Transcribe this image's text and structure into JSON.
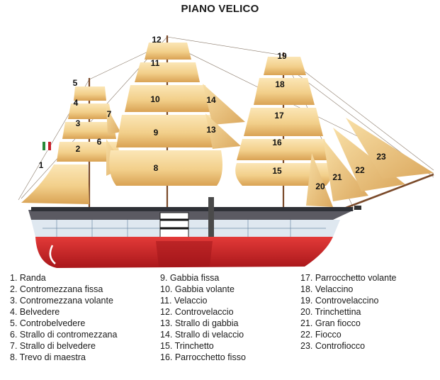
{
  "title": "PIANO VELICO",
  "sail_numbers": [
    "1",
    "2",
    "3",
    "4",
    "5",
    "6",
    "7",
    "8",
    "9",
    "10",
    "11",
    "12",
    "13",
    "14",
    "15",
    "16",
    "17",
    "18",
    "19",
    "20",
    "21",
    "22",
    "23"
  ],
  "legend": {
    "col1": [
      "1. Randa",
      "2. Contromezzana fissa",
      "3. Contromezzana volante",
      "4. Belvedere",
      "5. Controbelvedere",
      "6. Strallo di contromezzana",
      "7. Strallo di belvedere",
      "8. Trevo di maestra"
    ],
    "col2": [
      "9. Gabbia fissa",
      "10. Gabbia volante",
      "11. Velaccio",
      "12. Controvelaccio",
      "13. Strallo di gabbia",
      "14. Strallo di velaccio",
      "15. Trinchetto",
      "16. Parrocchetto fisso"
    ],
    "col3": [
      "17. Parrocchetto volante",
      "18. Velaccino",
      "19. Controvelaccino",
      "20. Trinchettina",
      "21. Gran fiocco",
      "22. Fiocco",
      "23. Controfiocco"
    ]
  },
  "colors": {
    "sail": "#f2cf8a",
    "sail_shade": "#dca75a",
    "hull": "#d8242a",
    "hull_dark": "#9e1418",
    "deck": "#dfe8f0"
  }
}
